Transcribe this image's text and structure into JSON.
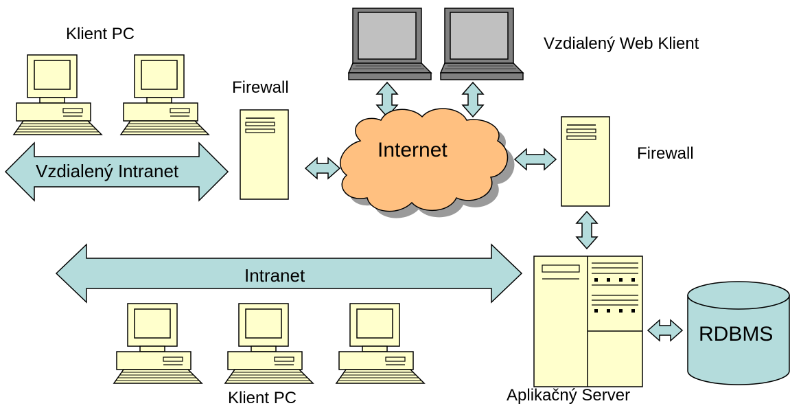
{
  "labels": {
    "klient_pc_top": "Klient PC",
    "vzdialeny_web_klient": "Vzdialený Web Klient",
    "firewall_left": "Firewall",
    "firewall_right": "Firewall",
    "internet": "Internet",
    "vzdialeny_intranet": "Vzdialený Intranet",
    "intranet": "Intranet",
    "klient_pc_bottom": "Klient PC",
    "aplikacny_server": "Aplikačný Server",
    "rdbms": "RDBMS"
  },
  "colors": {
    "equipment": "#ffffcc",
    "arrow": "#b4dcdc",
    "cloud": "#ffc080",
    "cloud_shadow": "#9a9a9a",
    "database": "#b4dcdc",
    "laptop_screen": "#c0c0c0",
    "laptop_body": "#808080",
    "outline": "#000000"
  }
}
